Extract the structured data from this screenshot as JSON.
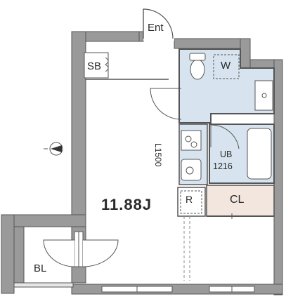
{
  "labels": {
    "entrance": "Ent",
    "shoe_box": "SB",
    "washer": "W",
    "bath": "UB",
    "bath_size": "1216",
    "kitchen": "L1500",
    "refrigerator": "R",
    "closet": "CL",
    "room_area": "11.88J",
    "balcony": "BL"
  },
  "colors": {
    "wall": "#9a9a9a",
    "wall_outline": "#555555",
    "wet_area": "#d7e4ef",
    "closet": "#f3e6df",
    "floor": "#ffffff"
  }
}
